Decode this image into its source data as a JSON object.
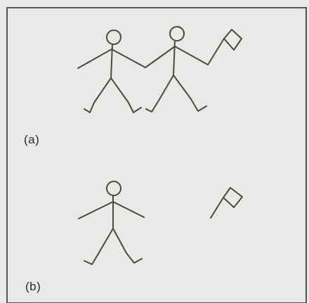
{
  "figure": {
    "panels": [
      {
        "label": "(a)",
        "description_figures": 2,
        "has_flag": true
      },
      {
        "label": "(b)",
        "description_figures": 1,
        "has_flag": true
      }
    ],
    "colors": {
      "background": "#e9e9e7",
      "stroke": "#4a4a42",
      "border": "#555555"
    }
  }
}
